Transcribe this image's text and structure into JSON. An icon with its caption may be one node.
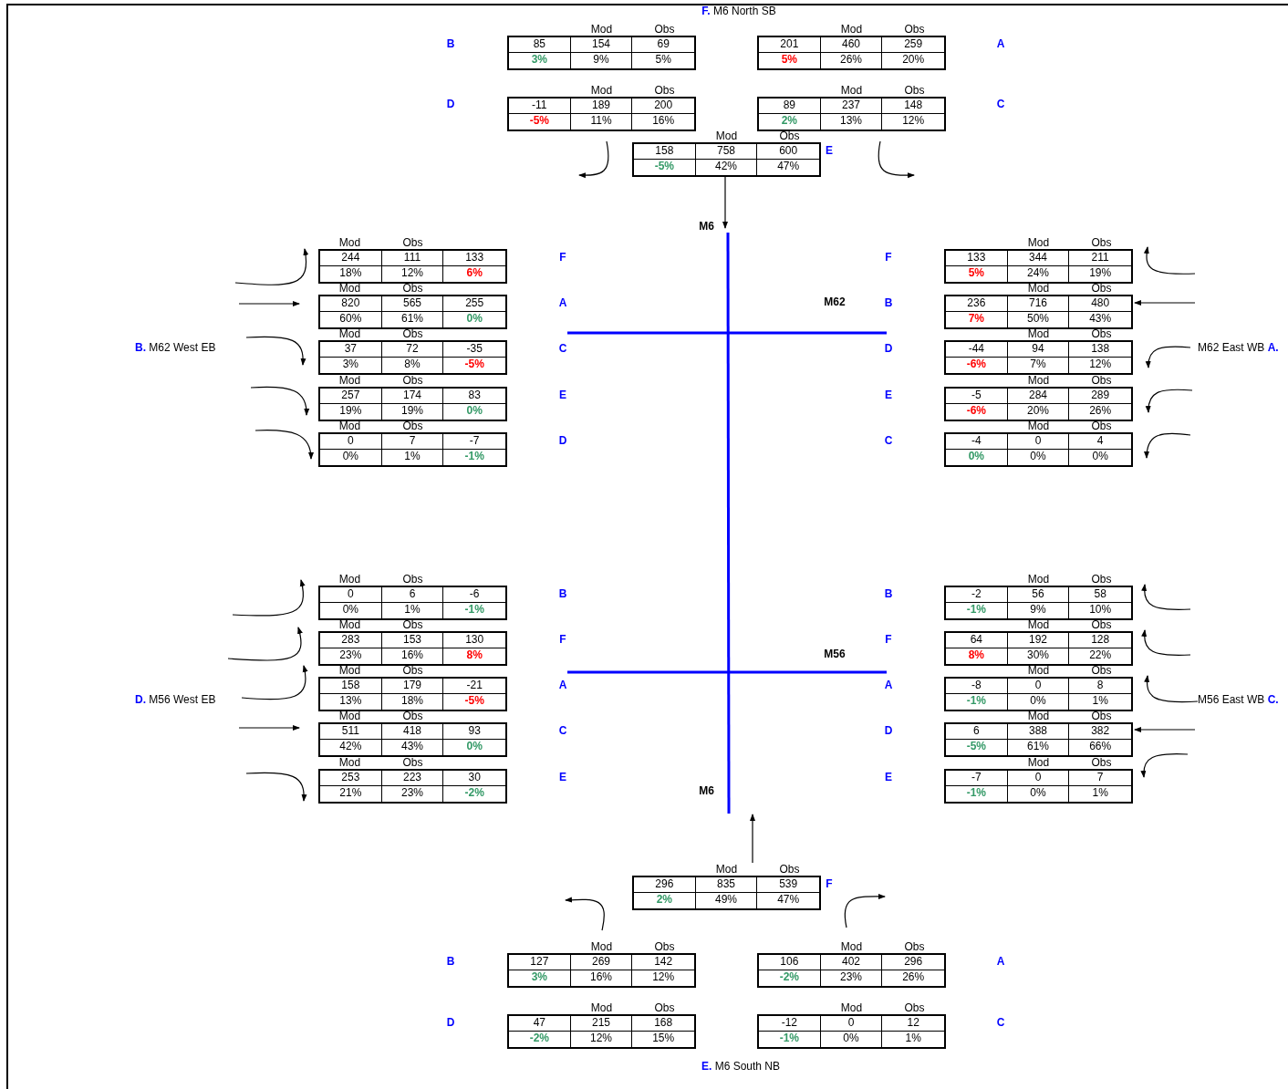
{
  "diagram": {
    "nodes": [
      {
        "text": [
          "Mod",
          "Obs",
          "85",
          "154",
          "69",
          "3%",
          "9%",
          "5%"
        ]
      },
      {
        "text": [
          "Mod",
          "Obs",
          "201",
          "460",
          "259",
          "5%",
          "26%",
          "20%"
        ]
      },
      {
        "text": [
          "Mod",
          "Obs",
          "-11",
          "189",
          "200",
          "-5%",
          "11%",
          "16%"
        ]
      },
      {
        "text": [
          "Mod",
          "Obs",
          "89",
          "237",
          "148",
          "2%",
          "13%",
          "12%"
        ]
      },
      {
        "text": [
          "Mod",
          "Obs",
          "158",
          "758",
          "600",
          "-5%",
          "42%",
          "47%"
        ],
        "beside": [
          "E"
        ]
      },
      {
        "text": [
          "Mod",
          "Obs",
          "244",
          "111",
          "133",
          "18%",
          "12%",
          "6%"
        ]
      },
      {
        "text": [
          "Mod",
          "Obs",
          "820",
          "565",
          "255",
          "60%",
          "61%",
          "0%"
        ]
      },
      {
        "text": [
          "Mod",
          "Obs",
          "37",
          "72",
          "-35",
          "3%",
          "8%",
          "-5%"
        ]
      },
      {
        "text": [
          "Mod",
          "Obs",
          "257",
          "174",
          "83",
          "19%",
          "19%",
          "0%"
        ]
      },
      {
        "text": [
          "Mod",
          "Obs",
          "0",
          "7",
          "-7",
          "0%",
          "1%",
          "-1%"
        ]
      },
      {
        "text": [
          "Mod",
          "Obs",
          "133",
          "344",
          "211",
          "5%",
          "24%",
          "19%"
        ]
      },
      {
        "text": [
          "Mod",
          "Obs",
          "236",
          "716",
          "480",
          "7%",
          "50%",
          "43%"
        ]
      },
      {
        "text": [
          "Mod",
          "Obs",
          "-44",
          "94",
          "138",
          "-6%",
          "7%",
          "12%"
        ]
      },
      {
        "text": [
          "Mod",
          "Obs",
          "-5",
          "284",
          "289",
          "-6%",
          "20%",
          "26%"
        ]
      },
      {
        "text": [
          "Mod",
          "Obs",
          "-4",
          "0",
          "4",
          "0%",
          "0%",
          "0%"
        ]
      },
      {
        "text": [
          "Mod",
          "Obs",
          "0",
          "6",
          "-6",
          "0%",
          "1%",
          "-1%"
        ]
      },
      {
        "text": [
          "Mod",
          "Obs",
          "283",
          "153",
          "130",
          "23%",
          "16%",
          "8%"
        ]
      },
      {
        "text": [
          "Mod",
          "Obs",
          "158",
          "179",
          "-21",
          "13%",
          "18%",
          "-5%"
        ]
      },
      {
        "text": [
          "Mod",
          "Obs",
          "511",
          "418",
          "93",
          "42%",
          "43%",
          "0%"
        ]
      },
      {
        "text": [
          "Mod",
          "Obs",
          "253",
          "223",
          "30",
          "21%",
          "23%",
          "-2%"
        ]
      },
      {
        "text": [
          "Mod",
          "Obs",
          "-2",
          "56",
          "58",
          "-1%",
          "9%",
          "10%"
        ]
      },
      {
        "text": [
          "Mod",
          "Obs",
          "64",
          "192",
          "128",
          "8%",
          "30%",
          "22%"
        ]
      },
      {
        "text": [
          "Mod",
          "Obs",
          "-8",
          "0",
          "8",
          "-1%",
          "0%",
          "1%"
        ]
      },
      {
        "text": [
          "Mod",
          "Obs",
          "6",
          "388",
          "382",
          "-5%",
          "61%",
          "66%"
        ]
      },
      {
        "text": [
          "Mod",
          "Obs",
          "-7",
          "0",
          "7",
          "-1%",
          "0%",
          "1%"
        ]
      },
      {
        "text": [
          "Mod",
          "Obs",
          "296",
          "835",
          "539",
          "2%",
          "49%",
          "47%"
        ],
        "beside": [
          "F"
        ]
      },
      {
        "text": [
          "Mod",
          "Obs",
          "127",
          "269",
          "142",
          "3%",
          "16%",
          "12%"
        ]
      },
      {
        "text": [
          "Mod",
          "Obs",
          "106",
          "402",
          "296",
          "-2%",
          "23%",
          "26%"
        ]
      },
      {
        "text": [
          "Mod",
          "Obs",
          "47",
          "215",
          "168",
          "-2%",
          "12%",
          "15%"
        ]
      },
      {
        "text": [
          "Mod",
          "Obs",
          "-12",
          "0",
          "12",
          "-1%",
          "0%",
          "1%"
        ]
      },
      {
        "text": [
          "M6"
        ]
      },
      {
        "text": [
          "M6"
        ]
      }
    ],
    "edges": [
      {
        "from": 4,
        "to": 30,
        "arrow": "to"
      },
      {
        "from": 25,
        "to": 31,
        "arrow": "to"
      }
    ],
    "labels": [
      "**F.** M6 North SB",
      "B",
      "A",
      "D",
      "C",
      "F",
      "F",
      "A",
      "M62",
      "B",
      "**B.** M62 West EB",
      "C",
      "D",
      "M62 East WB **A.**",
      "E",
      "E",
      "D",
      "C",
      "B",
      "B",
      "F",
      "M56",
      "F",
      "**D.** M56 West EB",
      "A",
      "A",
      "M56 East WB **C.**",
      "C",
      "D",
      "E",
      "E",
      "B",
      "A",
      "D",
      "C",
      "**E.** M6 South NB"
    ]
  }
}
